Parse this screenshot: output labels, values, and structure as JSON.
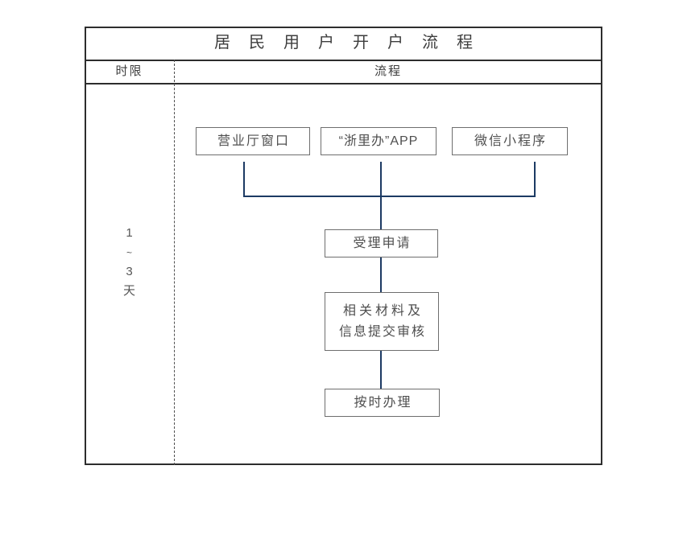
{
  "title": "居民用户开户流程",
  "header": {
    "time_col": "时限",
    "flow_col": "流程"
  },
  "time_limit": {
    "lines": [
      "1",
      "~",
      "3",
      "天"
    ]
  },
  "flow": {
    "channels": [
      {
        "label": "营业厅窗口"
      },
      {
        "label": "“浙里办”APP"
      },
      {
        "label": "微信小程序"
      }
    ],
    "steps": [
      {
        "lines": [
          "受理申请"
        ]
      },
      {
        "lines": [
          "相关材料及",
          "信息提交审核"
        ]
      },
      {
        "lines": [
          "按时办理"
        ]
      }
    ]
  },
  "colors": {
    "connector_line": "#1c3a63",
    "table_border": "#2d2d2d",
    "box_border": "#6e6e6e",
    "text": "#4f4f4f"
  }
}
